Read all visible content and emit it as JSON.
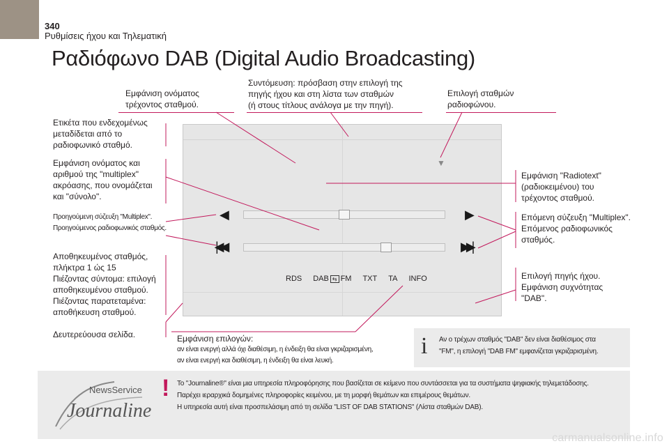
{
  "header": {
    "page_number": "340",
    "section": "Ρυθμίσεις ήχου και Τηλεματική",
    "title": "Ραδιόφωνο DAB (Digital Audio Broadcasting)"
  },
  "captions": {
    "station_name": "Εμφάνιση ονόματος\nτρέχοντος σταθμού.",
    "shortcut": "Συντόμευση: πρόσβαση στην επιλογή της\nπηγής ήχου και στη λίστα των σταθμών\n(ή στους τίτλους ανάλογα με την πηγή).",
    "station_select": "Επιλογή σταθμών\nραδιοφώνου.",
    "labels": "Ετικέτα που ενδεχομένως\nμεταδίδεται από το\nραδιοφωνικό σταθμό.",
    "multiplex_name": "Εμφάνιση ονόματος και\nαριθμού της \"multiplex\"\nακρόασης, που ονομάζεται\nκαι \"σύνολο\".",
    "previous": "Προηγούμενη σύζευξη \"Multiplex\".\nΠροηγούμενος ραδιοφωνικός σταθμός.",
    "presets": "Αποθηκευμένος σταθμός,\nπλήκτρα 1 ώς 15\nΠιέζοντας σύντομα: επιλογή\nαποθηκευμένου σταθμού.\nΠιέζοντας παρατεταμένα:\nαποθήκευση σταθμού.",
    "secondary_page": "Δευτερεύουσα σελίδα.",
    "radiotext": "Εμφάνιση \"Radiotext\"\n(ραδιοκειμένου) του\nτρέχοντος σταθμού.",
    "next": "Επόμενη σύζευξη \"Multiplex\".\nΕπόμενος ραδιοφωνικός\nσταθμός.",
    "source": "Επιλογή πηγής ήχου.\nΕμφάνιση συχνότητας\n\"DAB\".",
    "options_title": "Εμφάνιση επιλογών:",
    "options_detail": "αν είναι ενεργή αλλά όχι διαθέσιμη, η ένδειξη θα είναι γκριζαρισμένη,\nαν είναι ενεργή και διαθέσιμη, η ένδειξη θα είναι λευκή."
  },
  "screen": {
    "menu": {
      "rds": "RDS",
      "dab": "DAB",
      "fm": "FM",
      "txt": "TXT",
      "ta": "TA",
      "info": "INFO"
    },
    "icons": {
      "dropdown": "triangle-down-icon",
      "prev": "triangle-left-icon",
      "next": "triangle-right-icon",
      "skip_back": "skip-back-icon",
      "skip_forward": "skip-forward-icon",
      "dab_fm": "dab-fm-switch-icon"
    }
  },
  "info_box": {
    "icon": "info-icon",
    "text": "Αν ο τρέχων σταθμός \"DAB\" δεν είναι διαθέσιμος στα\n\"FM\", η επιλογή \"DAB FM\" εμφανίζεται γκριζαρισμένη."
  },
  "note_box": {
    "icon": "exclamation-icon",
    "logo": "journaline-logo",
    "logo_text_top": "NewsService",
    "logo_text_main": "Journaline",
    "text": "Το \"Journaline®\" είναι μια υπηρεσία πληροφόρησης που βασίζεται σε κείμενο που συντάσσεται για τα συστήματα ψηφιακής τηλεμετάδοσης.\nΠαρέχει ιεραρχικά δομημένες πληροφορίες κειμένου, με τη μορφή θεμάτων και επιμέρους θεμάτων.\nΗ υπηρεσία αυτή είναι προσπελάσιμη από τη σελίδα \"LIST OF DAB STATIONS\" (Λίστα σταθμών DAB)."
  },
  "footer": {
    "watermark": "carmanualsonline.info"
  },
  "colors": {
    "accent": "#c2185b",
    "corner": "#9d9285",
    "box": "#ebebeb",
    "screen": "#e6e6e6"
  }
}
